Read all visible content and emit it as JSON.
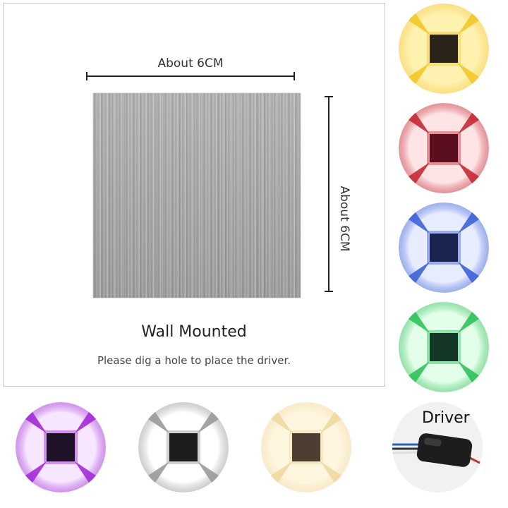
{
  "dimensions": {
    "width_label": "About 6CM",
    "height_label": "About 6CM"
  },
  "caption": {
    "title": "Wall Mounted",
    "subtitle": "Please dig a hole to place the driver."
  },
  "lamps": [
    {
      "name": "yellow",
      "color": "#f2c62a",
      "glow": "#fff2b0",
      "center": "#2a2418"
    },
    {
      "name": "red",
      "color": "#c42a35",
      "glow": "#ffe4e6",
      "center": "#5a0e1e"
    },
    {
      "name": "blue",
      "color": "#3e62d8",
      "glow": "#e8ecff",
      "center": "#1a2450"
    },
    {
      "name": "green",
      "color": "#2fc25a",
      "glow": "#e4ffe9",
      "center": "#143626"
    },
    {
      "name": "purple",
      "color": "#a32bd6",
      "glow": "#f6e6ff",
      "center": "#1e1228"
    },
    {
      "name": "white",
      "color": "#9a9a9a",
      "glow": "#ffffff",
      "center": "#1c1c1c"
    },
    {
      "name": "warm-white",
      "color": "#f0d9a0",
      "glow": "#fff6df",
      "center": "#4a3f32"
    }
  ],
  "driver": {
    "label": "Driver"
  }
}
